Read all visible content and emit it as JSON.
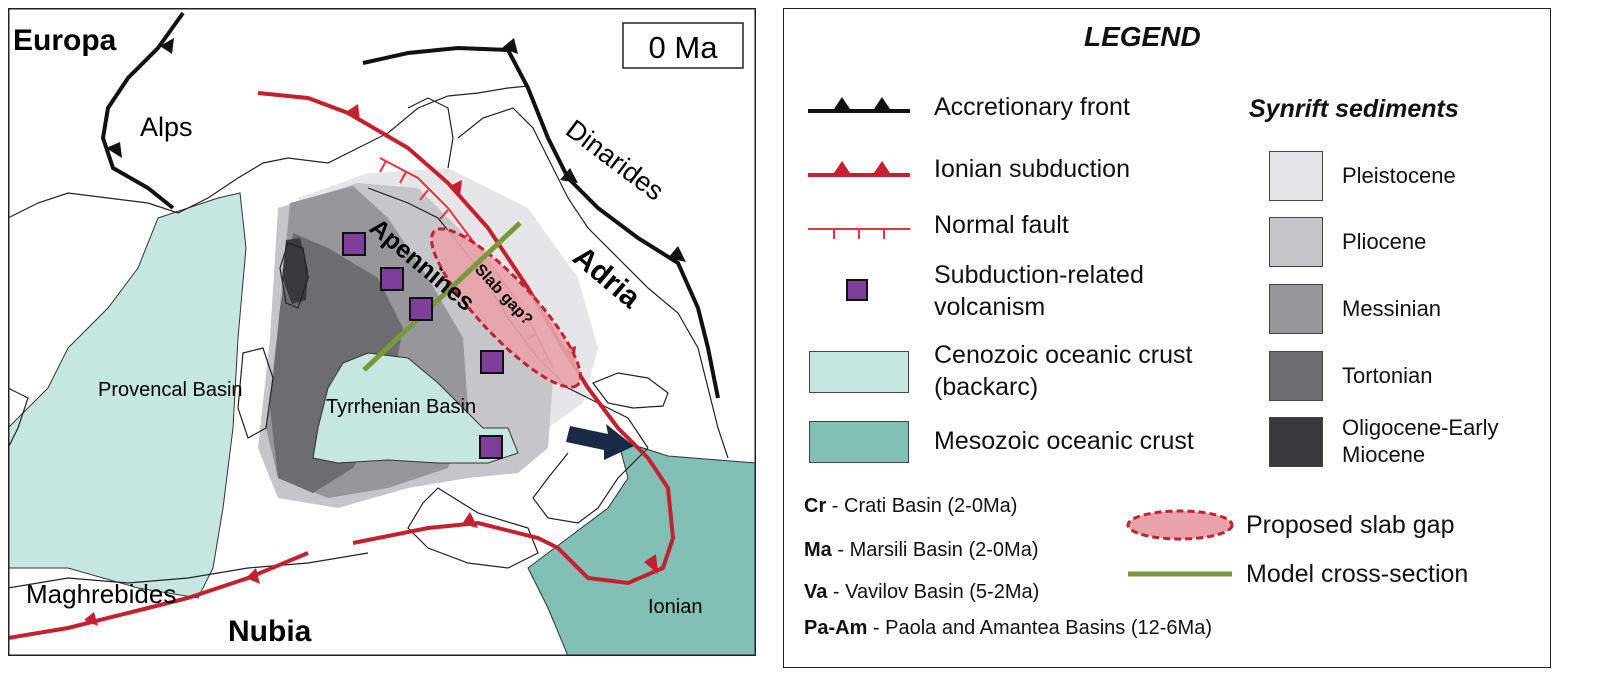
{
  "map": {
    "time_label": "0 Ma",
    "labels": {
      "europa": "Europa",
      "alps": "Alps",
      "dinarides": "Dinarides",
      "apennines": "Apennines",
      "adria": "Adria",
      "slab_gap": "Slab gap?",
      "provencal_basin": "Provencal Basin",
      "tyrrhenian_basin": "Tyrrhenian Basin",
      "maghrebides": "Maghrebides",
      "nubia": "Nubia",
      "ionian": "Ionian"
    }
  },
  "legend": {
    "title": "LEGEND",
    "lines": [
      {
        "label": "Accretionary front"
      },
      {
        "label": "Ionian subduction"
      },
      {
        "label": "Normal fault"
      },
      {
        "label": "Subduction-related volcanism"
      },
      {
        "label": "Cenozoic oceanic crust (backarc)"
      },
      {
        "label": "Mesozoic oceanic crust"
      }
    ],
    "synrift_title": "Synrift sediments",
    "synrift": [
      {
        "label": "Pleistocene",
        "color": "#e6e6e8"
      },
      {
        "label": "Pliocene",
        "color": "#c6c6ca"
      },
      {
        "label": "Messinian",
        "color": "#97979b"
      },
      {
        "label": "Tortonian",
        "color": "#6d6d71"
      },
      {
        "label": "Oligocene-Early Miocene",
        "color": "#3a3a3c"
      }
    ],
    "abbreviations": [
      {
        "code": "Cr",
        "text": " - Crati Basin (2-0Ma)"
      },
      {
        "code": "Ma",
        "text": " - Marsili Basin (2-0Ma)"
      },
      {
        "code": "Va",
        "text": " - Vavilov Basin (5-2Ma)"
      },
      {
        "code": "Pa-Am",
        "text": " - Paola and Amantea Basins (12-6Ma)"
      }
    ],
    "slab_gap_label": "Proposed slab gap",
    "cross_section_label": "Model cross-section"
  },
  "colors": {
    "subduction_red": "#c4202f",
    "normal_fault_red": "#e8333d",
    "volcanism_purple": "#7d3f98",
    "cenozoic_crust": "#c5e7e0",
    "mesozoic_crust": "#82bfb4",
    "cross_section_green": "#7a9a3a",
    "slab_gap_fill": "#e8a3aa",
    "arrow_navy": "#1b2a44"
  }
}
